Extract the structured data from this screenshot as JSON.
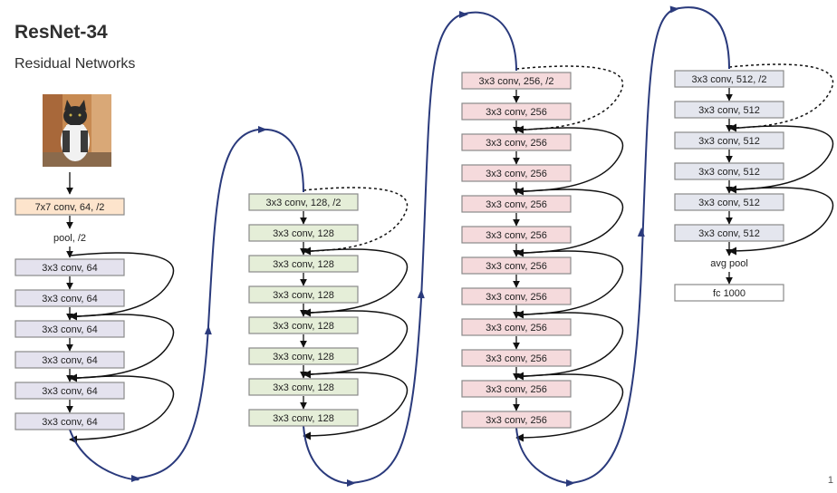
{
  "title": "ResNet-34",
  "subtitle": "Residual Networks",
  "page_number": "1",
  "image": {
    "description": "input-image"
  },
  "colors": {
    "stem": "#fde4cc",
    "stage1": "#e4e2ee",
    "stage2": "#e5eed8",
    "stage3": "#f5dadc",
    "stage4": "#e4e6ee",
    "fc": "#ffffff",
    "box_border": "#8a8a8a",
    "main_arrow": "#2a3a7c",
    "skip_arrow": "#111111"
  },
  "stem": {
    "conv_label": "7x7 conv, 64, /2",
    "pool_label": "pool, /2"
  },
  "stages": [
    {
      "labels": [
        "3x3 conv, 64",
        "3x3 conv, 64",
        "3x3 conv, 64",
        "3x3 conv, 64",
        "3x3 conv, 64",
        "3x3 conv, 64"
      ]
    },
    {
      "labels": [
        "3x3 conv, 128, /2",
        "3x3 conv, 128",
        "3x3 conv, 128",
        "3x3 conv, 128",
        "3x3 conv, 128",
        "3x3 conv, 128",
        "3x3 conv, 128",
        "3x3 conv, 128"
      ]
    },
    {
      "labels": [
        "3x3 conv, 256, /2",
        "3x3 conv, 256",
        "3x3 conv, 256",
        "3x3 conv, 256",
        "3x3 conv, 256",
        "3x3 conv, 256",
        "3x3 conv, 256",
        "3x3 conv, 256",
        "3x3 conv, 256",
        "3x3 conv, 256",
        "3x3 conv, 256",
        "3x3 conv, 256"
      ]
    },
    {
      "labels": [
        "3x3 conv, 512, /2",
        "3x3 conv, 512",
        "3x3 conv, 512",
        "3x3 conv, 512",
        "3x3 conv, 512",
        "3x3 conv, 512"
      ]
    }
  ],
  "head": {
    "pool_label": "avg pool",
    "fc_label": "fc 1000"
  }
}
